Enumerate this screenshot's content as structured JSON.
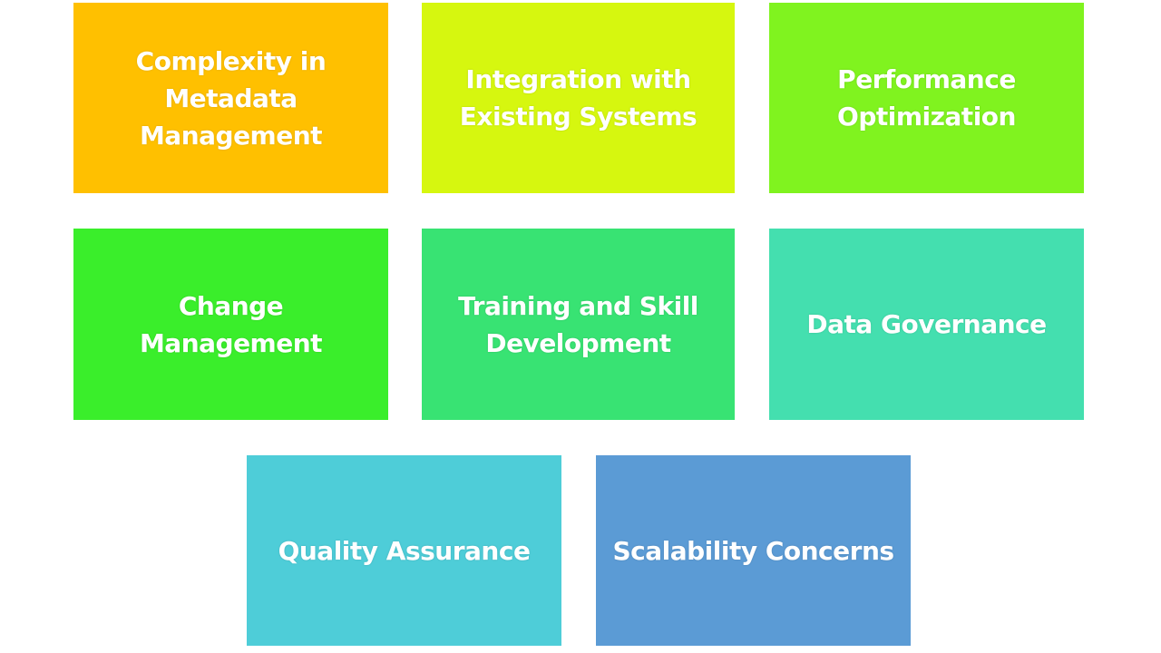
{
  "boxes": [
    {
      "label": "Complexity in Metadata Management",
      "color": "#FFC000"
    },
    {
      "label": "Integration with Existing Systems",
      "color": "#D6F70F"
    },
    {
      "label": "Performance Optimization",
      "color": "#80F31F"
    },
    {
      "label": "Change Management",
      "color": "#3AEE2B"
    },
    {
      "label": "Training and Skill Development",
      "color": "#38E373"
    },
    {
      "label": "Data Governance",
      "color": "#44DFAF"
    },
    {
      "label": "Quality Assurance",
      "color": "#4ECDD8"
    },
    {
      "label": "Scalability Concerns",
      "color": "#5B9BD5"
    }
  ]
}
